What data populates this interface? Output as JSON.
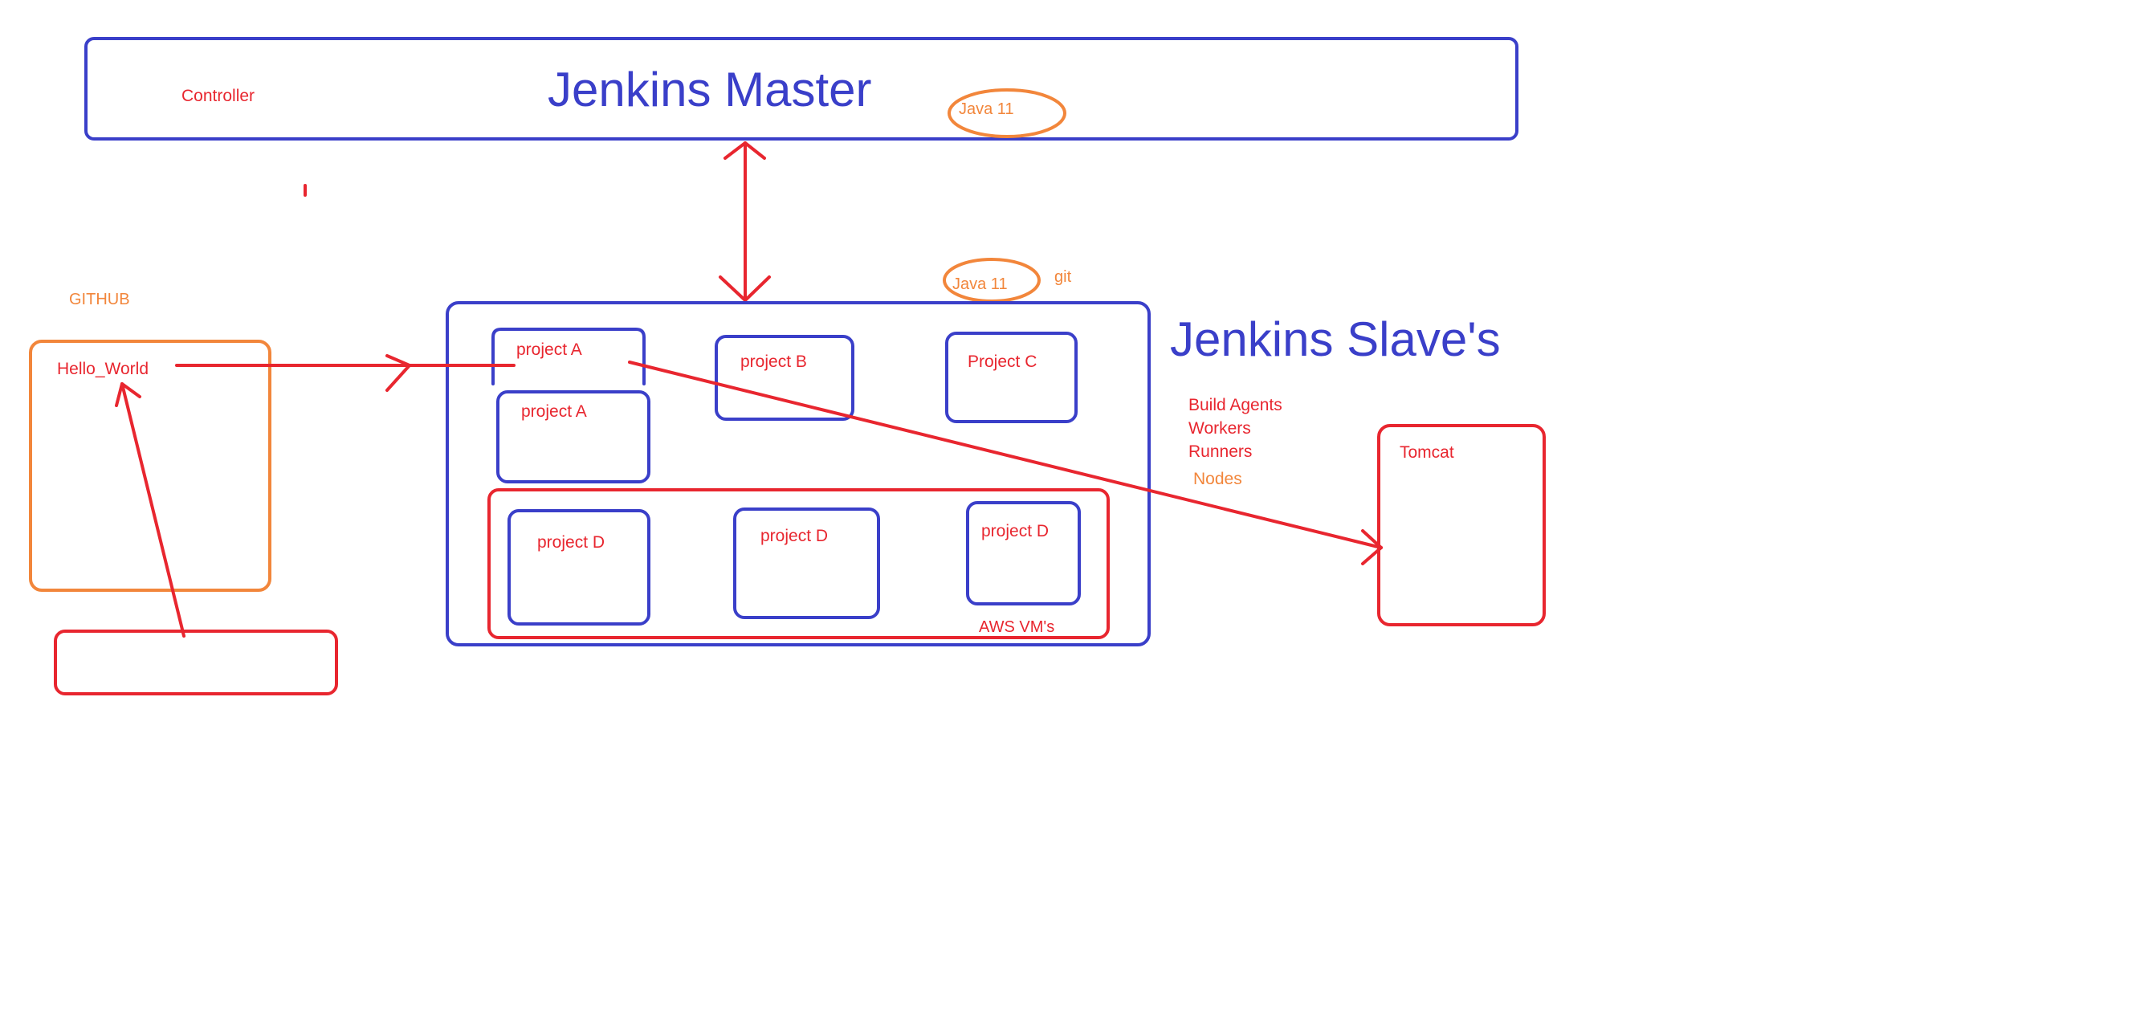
{
  "colors": {
    "blue": "#3a3fc9",
    "red": "#e8262f",
    "orange": "#f2863b",
    "background": "#ffffff"
  },
  "master": {
    "title": "Jenkins Master",
    "controller_label": "Controller",
    "java_badge": "Java 11"
  },
  "slaves": {
    "title": "Jenkins Slave's",
    "java_badge": "Java 11",
    "git_label": "git",
    "aliases": [
      "Build Agents",
      "Workers",
      "Runners"
    ],
    "nodes_label": "Nodes",
    "projects": [
      "project A",
      "project A",
      "project B",
      "Project C"
    ],
    "aws_group": {
      "label": "AWS VM's",
      "projects": [
        "project D",
        "project D",
        "project D"
      ]
    }
  },
  "github": {
    "label": "GITHUB",
    "repo": "Hello_World"
  },
  "tomcat": {
    "label": "Tomcat"
  }
}
